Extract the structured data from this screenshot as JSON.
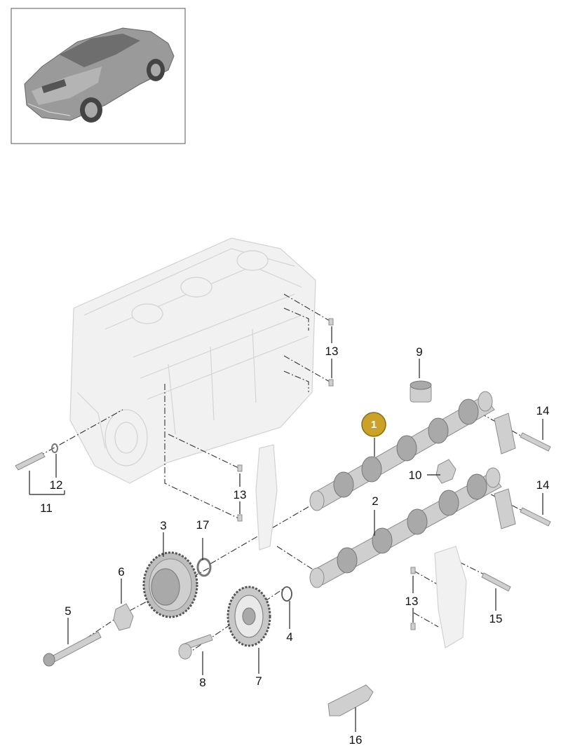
{
  "highlight_color": "#c9a227",
  "callouts": [
    {
      "id": "1",
      "label": "1",
      "highlighted": true
    },
    {
      "id": "2",
      "label": "2"
    },
    {
      "id": "3",
      "label": "3"
    },
    {
      "id": "4",
      "label": "4"
    },
    {
      "id": "5",
      "label": "5"
    },
    {
      "id": "6",
      "label": "6"
    },
    {
      "id": "7",
      "label": "7"
    },
    {
      "id": "8",
      "label": "8"
    },
    {
      "id": "9",
      "label": "9"
    },
    {
      "id": "10",
      "label": "10"
    },
    {
      "id": "11",
      "label": "11"
    },
    {
      "id": "12",
      "label": "12"
    },
    {
      "id": "13a",
      "label": "13"
    },
    {
      "id": "13b",
      "label": "13"
    },
    {
      "id": "13c",
      "label": "13"
    },
    {
      "id": "14a",
      "label": "14"
    },
    {
      "id": "14b",
      "label": "14"
    },
    {
      "id": "15",
      "label": "15"
    },
    {
      "id": "16",
      "label": "16"
    },
    {
      "id": "17",
      "label": "17"
    }
  ]
}
